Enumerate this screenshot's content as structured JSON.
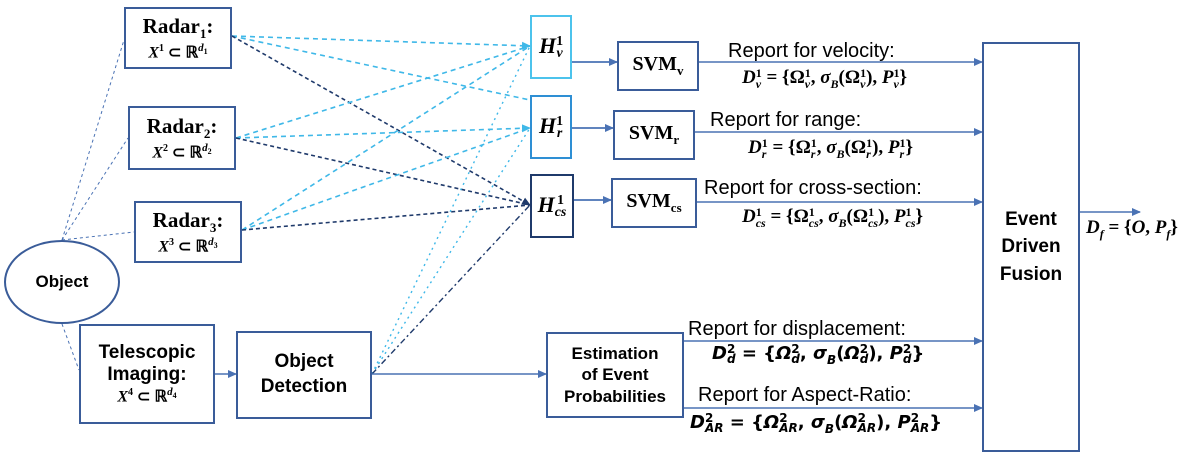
{
  "colors": {
    "box_border": "#3a5c99",
    "h_v_border": "#4cc3ec",
    "h_r_border": "#2e8fd4",
    "h_cs_border": "#1f3a6b",
    "wire_light": "#3fb8e8",
    "wire_dark": "#1f3a6b",
    "wire_thin": "#4a72b4",
    "arrow": "#4a72b4"
  },
  "object": {
    "label": "Object"
  },
  "radars": [
    {
      "name": "Radar",
      "sub": "1",
      "set_var": "X",
      "set_sup": "1",
      "space": "ℝ",
      "dim": "d",
      "dim_sub": "1"
    },
    {
      "name": "Radar",
      "sub": "2",
      "set_var": "X",
      "set_sup": "2",
      "space": "ℝ",
      "dim": "d",
      "dim_sub": "2"
    },
    {
      "name": "Radar",
      "sub": "3",
      "set_var": "X",
      "set_sup": "3",
      "space": "ℝ",
      "dim": "d",
      "dim_sub": "3"
    }
  ],
  "telescope": {
    "line1": "Telescopic",
    "line2": "Imaging:",
    "set_var": "X",
    "set_sup": "4",
    "space": "ℝ",
    "dim": "d",
    "dim_sub": "4"
  },
  "object_detection": {
    "line1": "Object",
    "line2": "Detection"
  },
  "hypotheses": [
    {
      "var": "H",
      "sup": "1",
      "sub": "v"
    },
    {
      "var": "H",
      "sup": "1",
      "sub": "r"
    },
    {
      "var": "H",
      "sup": "1",
      "sub": "cs"
    }
  ],
  "svms": [
    {
      "name": "SVM",
      "sub": "v"
    },
    {
      "name": "SVM",
      "sub": "r"
    },
    {
      "name": "SVM",
      "sub": "cs"
    }
  ],
  "estimation": {
    "line1": "Estimation",
    "line2": "of Event",
    "line3": "Probabilities"
  },
  "reports": [
    {
      "title": "Report for velocity:",
      "lhs": "D",
      "sub": "v",
      "sup": "1"
    },
    {
      "title": "Report for range:",
      "lhs": "D",
      "sub": "r",
      "sup": "1"
    },
    {
      "title": "Report for cross-section:",
      "lhs": "D",
      "sub": "cs",
      "sup": "1"
    },
    {
      "title": "Report for displacement:",
      "lhs": "D",
      "sub": "d",
      "sup": "2"
    },
    {
      "title": "Report for Aspect-Ratio:",
      "lhs": "D",
      "sub": "AR",
      "sup": "2"
    }
  ],
  "fusion": {
    "line1": "Event",
    "line2": "Driven",
    "line3": "Fusion"
  },
  "output": {
    "lhs": "D",
    "sub": "f",
    "rhs_o": "O",
    "rhs_p": "P",
    "rhs_p_sub": "f"
  }
}
